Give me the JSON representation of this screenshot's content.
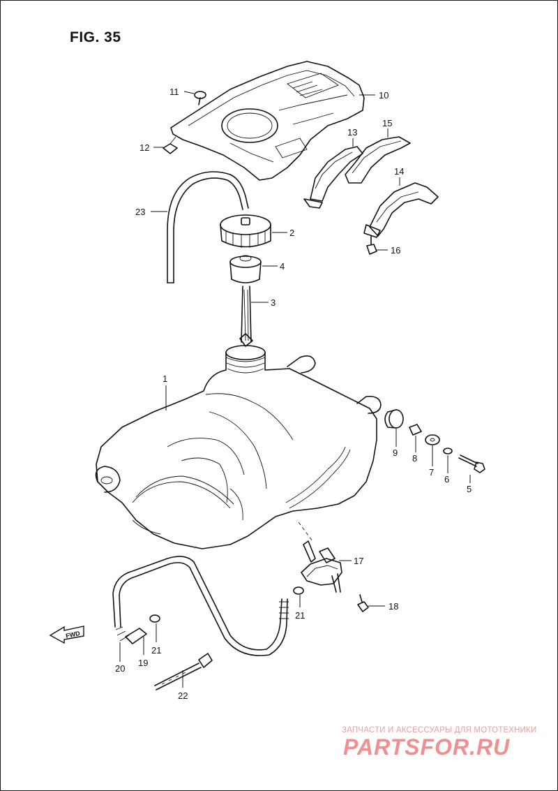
{
  "figure": {
    "title": "FIG. 35"
  },
  "parts": [
    {
      "number": "1",
      "name": "fuel-tank"
    },
    {
      "number": "2",
      "name": "fuel-cap"
    },
    {
      "number": "3",
      "name": "fuel-strainer"
    },
    {
      "number": "4",
      "name": "filler-neck-adapter"
    },
    {
      "number": "5",
      "name": "tank-bolt"
    },
    {
      "number": "6",
      "name": "lock-washer"
    },
    {
      "number": "7",
      "name": "flat-washer"
    },
    {
      "number": "8",
      "name": "spacer"
    },
    {
      "number": "9",
      "name": "rubber-cushion"
    },
    {
      "number": "10",
      "name": "tank-cover"
    },
    {
      "number": "11",
      "name": "cover-screw"
    },
    {
      "number": "12",
      "name": "clip-nut"
    },
    {
      "number": "13",
      "name": "tank-band-front"
    },
    {
      "number": "14",
      "name": "tank-band-rear"
    },
    {
      "number": "15",
      "name": "band-cushion"
    },
    {
      "number": "16",
      "name": "band-bolt"
    },
    {
      "number": "17",
      "name": "fuel-cock"
    },
    {
      "number": "18",
      "name": "fuel-cock-screw"
    },
    {
      "number": "19",
      "name": "hose-joint"
    },
    {
      "number": "20",
      "name": "fuel-hose"
    },
    {
      "number": "21",
      "name": "hose-clamp"
    },
    {
      "number": "22",
      "name": "clamp-band"
    },
    {
      "number": "23",
      "name": "breather-hose"
    }
  ],
  "callouts": {
    "c1": "1",
    "c2": "2",
    "c3": "3",
    "c4": "4",
    "c5": "5",
    "c6": "6",
    "c7": "7",
    "c8": "8",
    "c9": "9",
    "c10": "10",
    "c11": "11",
    "c12": "12",
    "c13": "13",
    "c14": "14",
    "c15": "15",
    "c16": "16",
    "c17": "17",
    "c18": "18",
    "c19": "19",
    "c20": "20",
    "c21a": "21",
    "c21b": "21",
    "c22": "22",
    "c23": "23"
  },
  "fwd_marker": {
    "text": "FWD"
  },
  "watermark": {
    "caption": "ЗАПЧАСТИ И АКСЕССУАРЫ ДЛЯ МОТОТЕХНИКИ",
    "logo": "PARTSFOR.RU",
    "color": "#ef8f8f"
  }
}
